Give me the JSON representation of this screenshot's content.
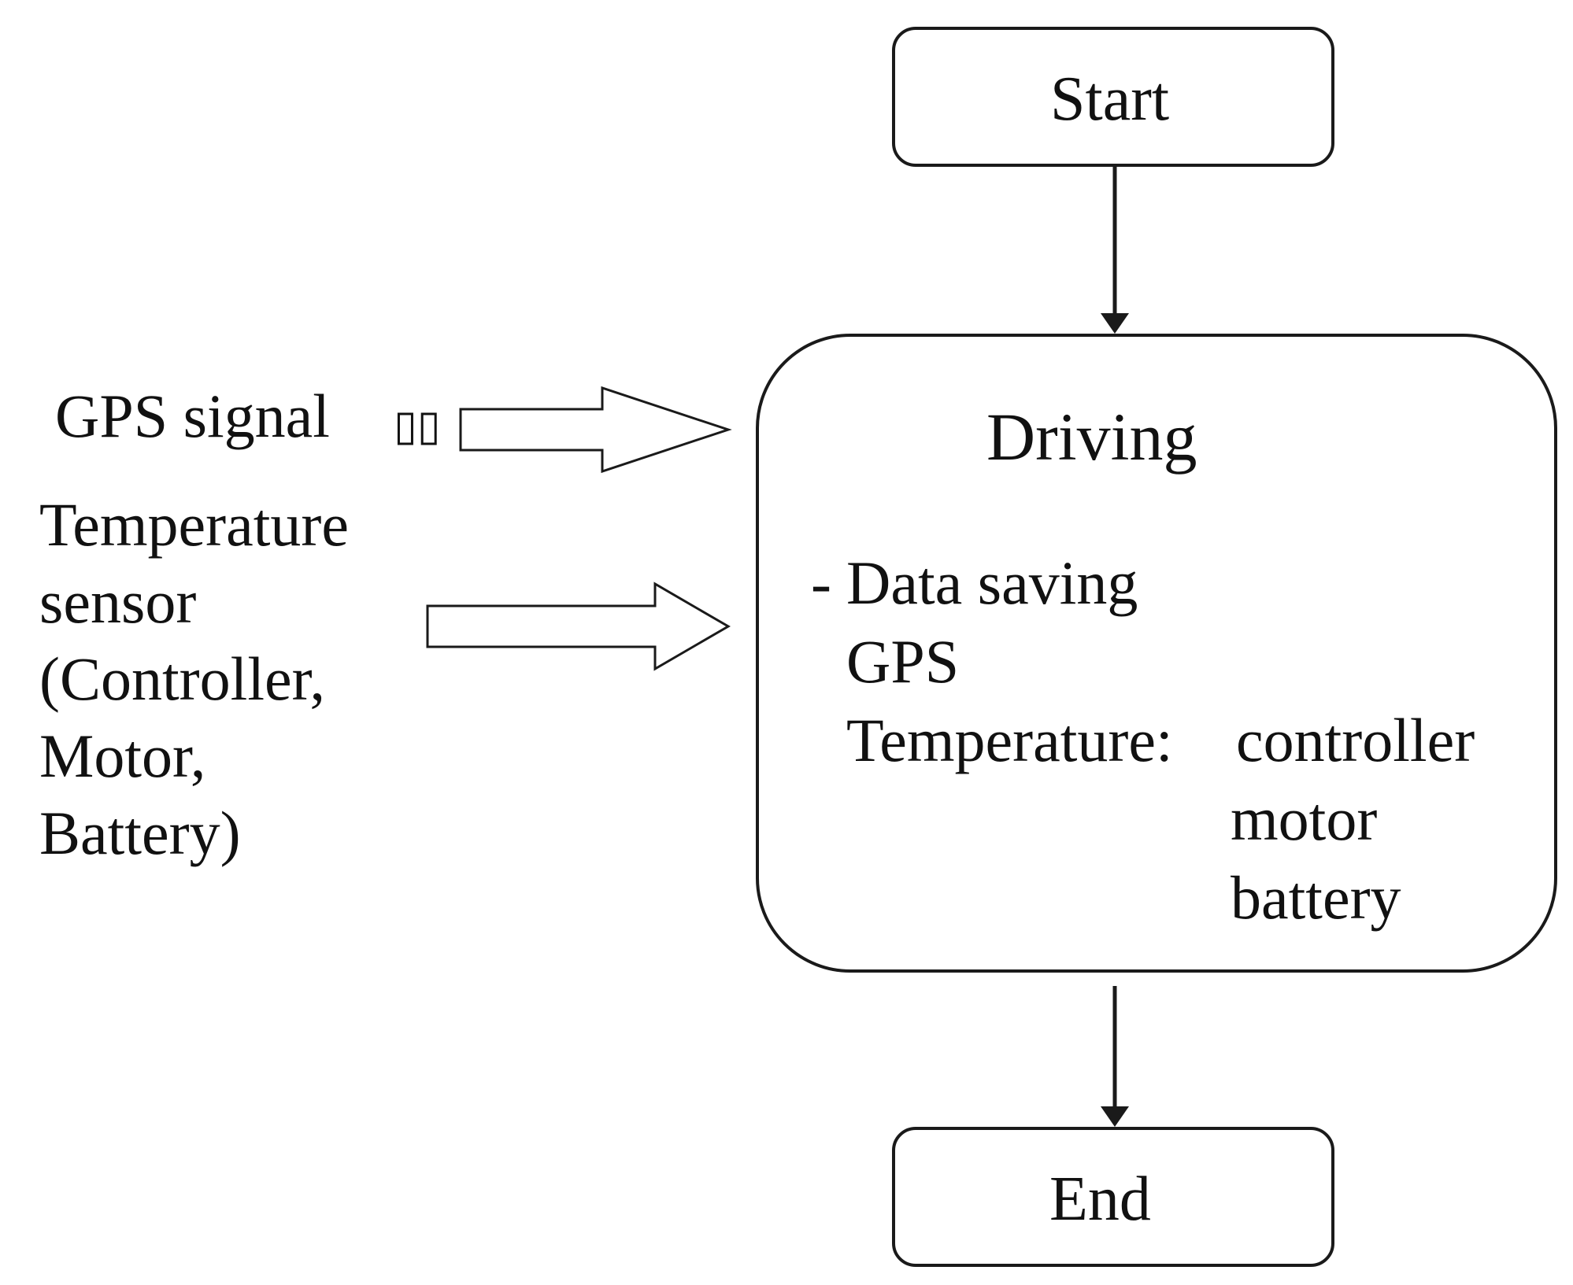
{
  "diagram": {
    "nodes": {
      "start": {
        "label": "Start"
      },
      "driving": {
        "title": "Driving",
        "dash": "-",
        "item_heading": "Data saving",
        "item_gps": "GPS",
        "item_temperature": "Temperature:",
        "temperature_parts": [
          "controller",
          "motor",
          "battery"
        ]
      },
      "end": {
        "label": "End"
      }
    },
    "inputs": {
      "gps_signal": "GPS signal",
      "gps_signal_glyph": "▯▯",
      "temperature_sensor_lines": [
        "Temperature",
        "sensor",
        "(Controller,",
        "Motor,",
        "Battery)"
      ]
    }
  }
}
